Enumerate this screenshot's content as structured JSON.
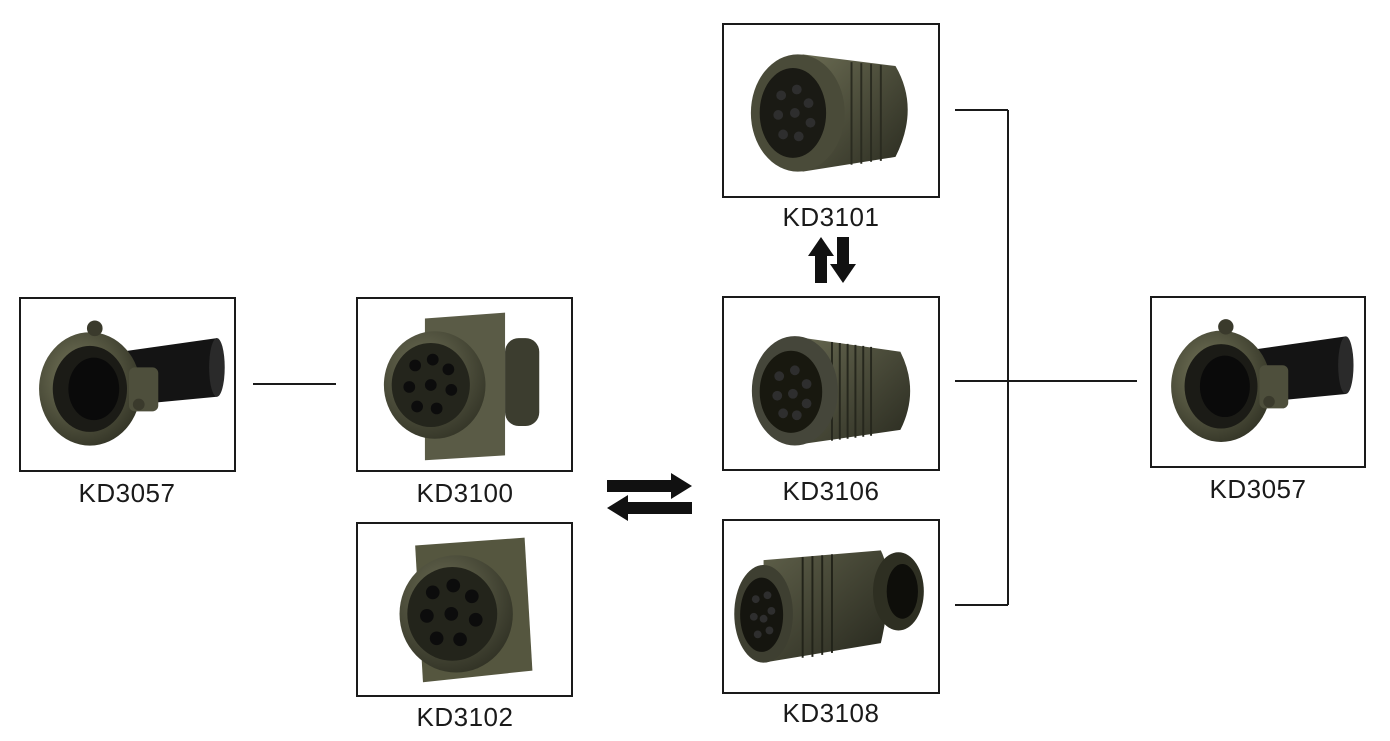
{
  "parts": [
    {
      "id": "left-adapter",
      "label": "KD3057",
      "kind": "backshell-clamp"
    },
    {
      "id": "wall-mount",
      "label": "KD3100",
      "kind": "flange-plug"
    },
    {
      "id": "box-mount",
      "label": "KD3102",
      "kind": "square-flange"
    },
    {
      "id": "free-101",
      "label": "KD3101",
      "kind": "straight-plug"
    },
    {
      "id": "free-106",
      "label": "KD3106",
      "kind": "straight-plug-knurled"
    },
    {
      "id": "free-108",
      "label": "KD3108",
      "kind": "right-angle-plug"
    },
    {
      "id": "right-adapter",
      "label": "KD3057",
      "kind": "backshell-clamp"
    }
  ],
  "icons": {
    "exchange": "left-right-exchange-arrows-icon",
    "updown": "up-down-exchange-arrows-icon"
  },
  "colors": {
    "frame": "#1a1a1a",
    "metal": "#4e4f3c",
    "metal_dark": "#2e2f22",
    "rubber": "#111111"
  }
}
